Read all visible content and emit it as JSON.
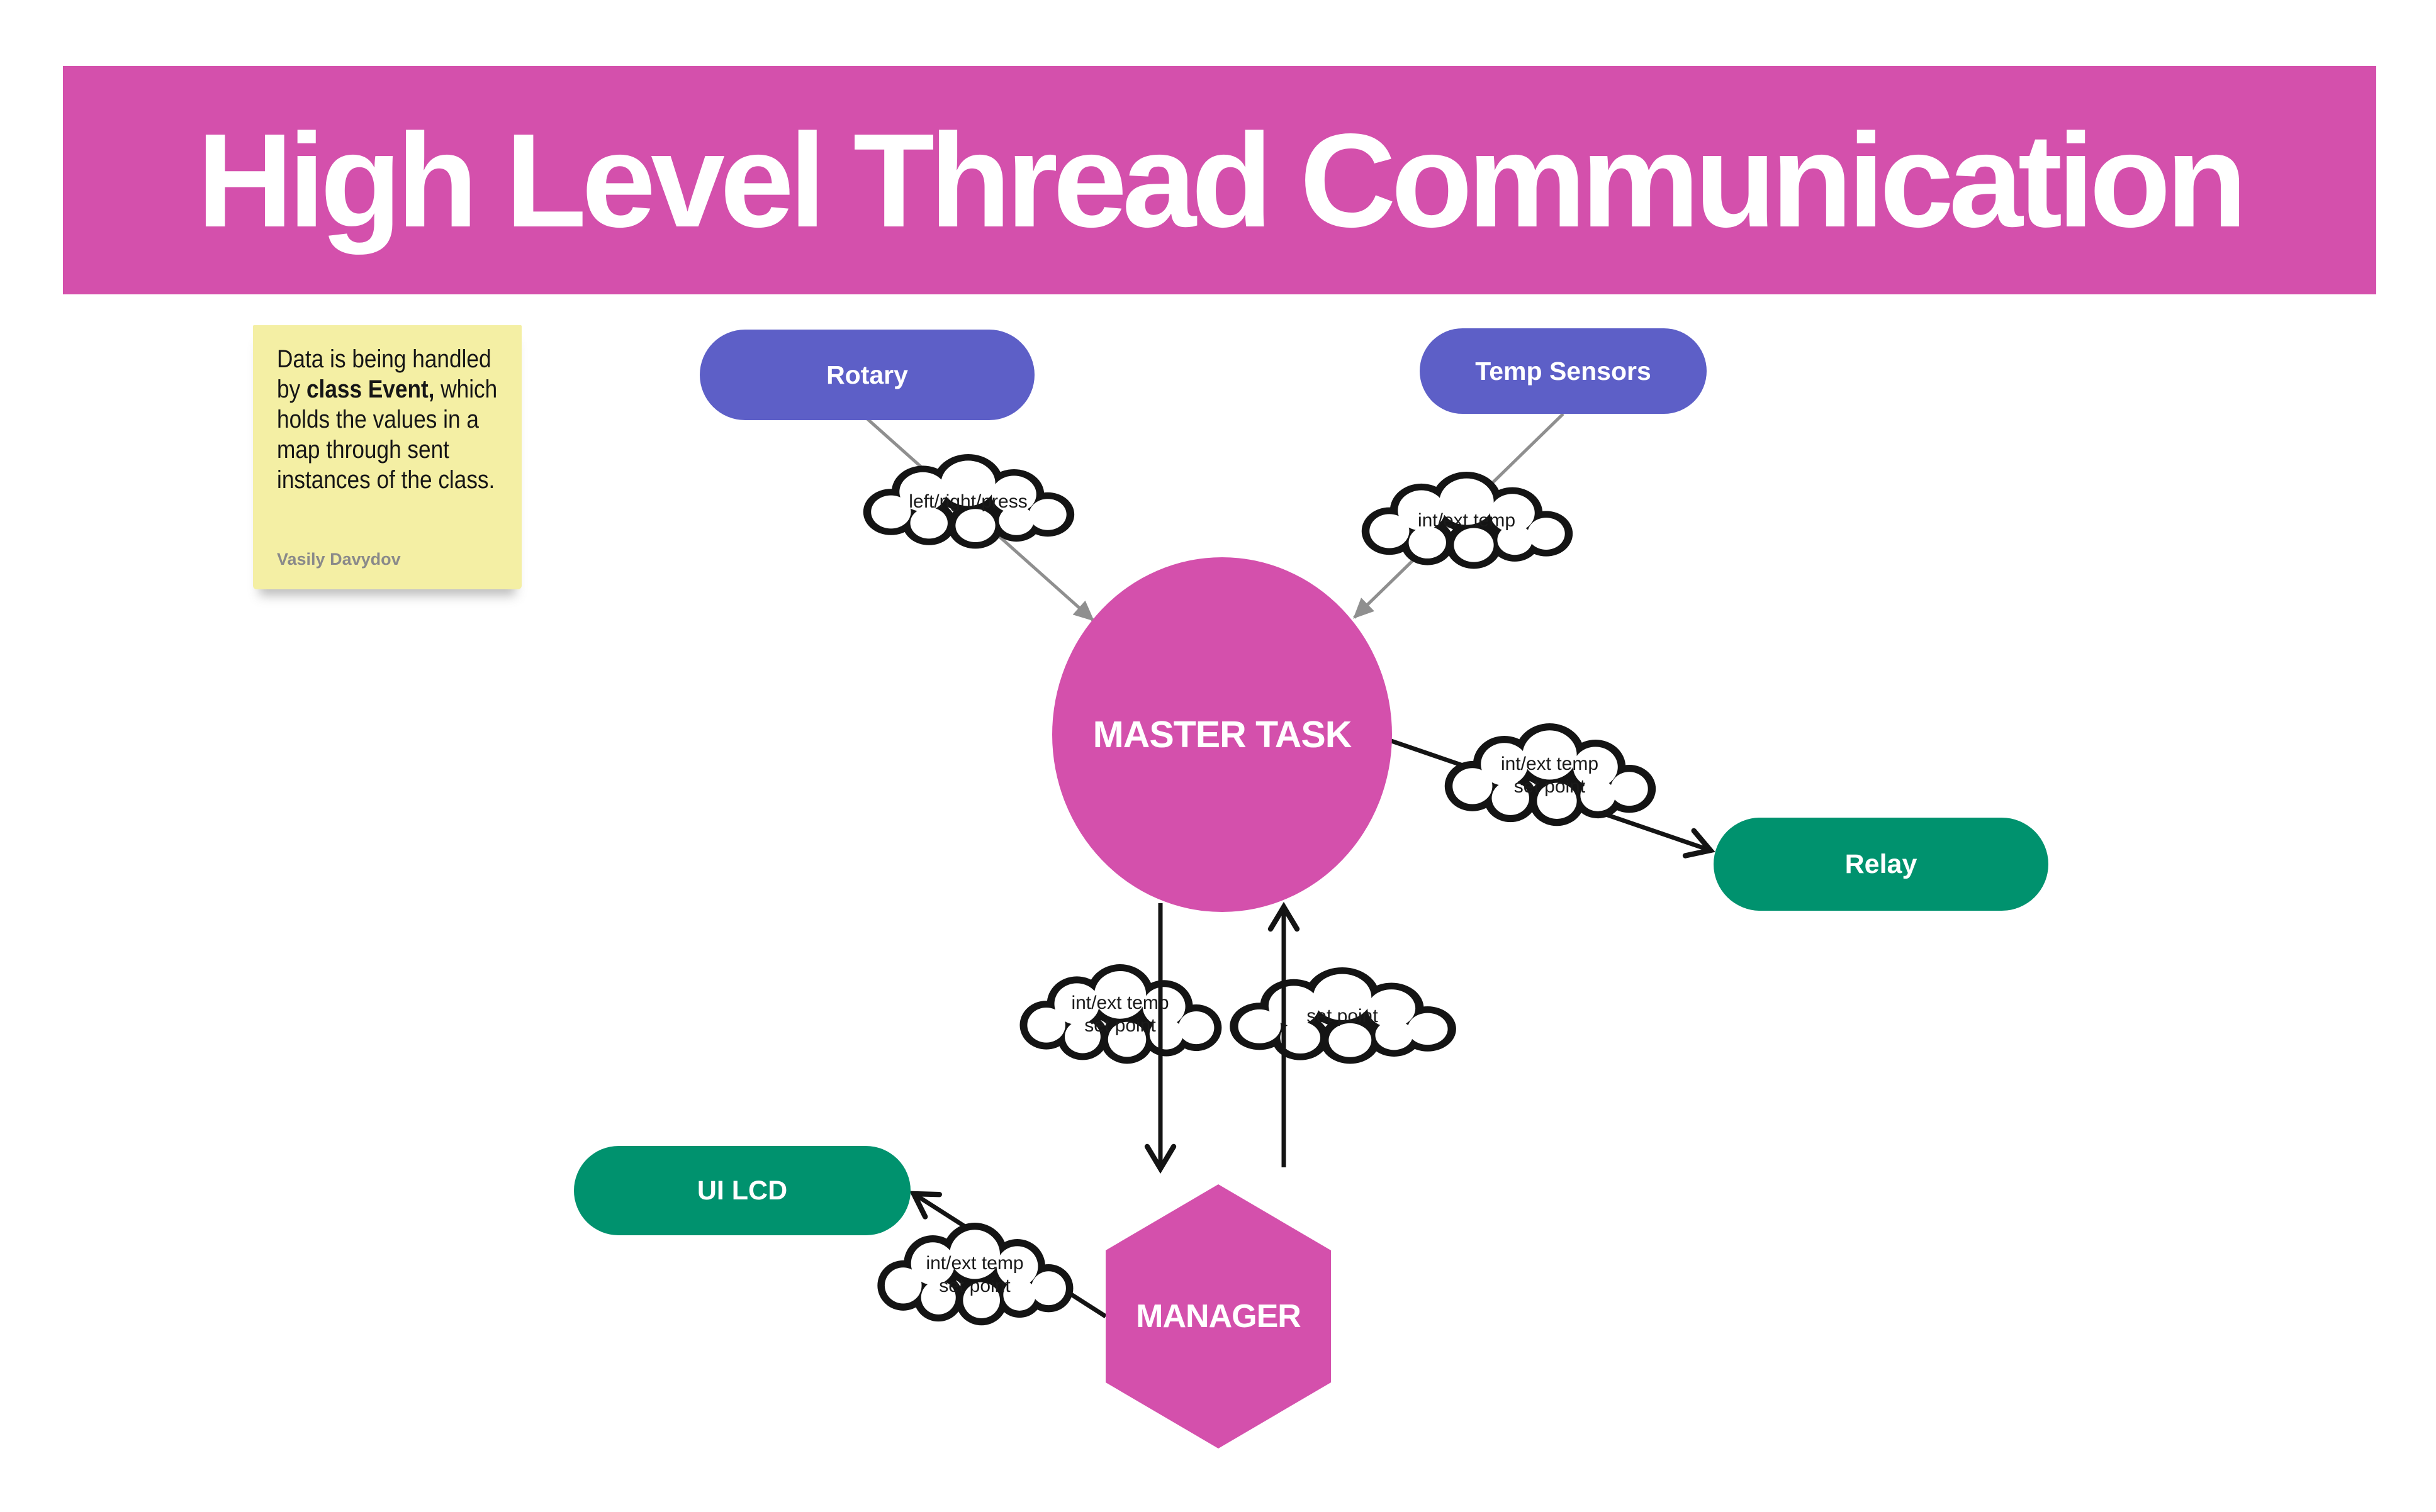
{
  "title": "High Level Thread Communication",
  "colors": {
    "pink": "#D450AC",
    "purple": "#5D5FC7",
    "green": "#00926E",
    "sticky_yellow": "#F4EFA4",
    "arrow_gray": "#8F8F8F",
    "line_black": "#141414",
    "text_dark": "#1A1A1A",
    "author_gray": "#8A8A8A"
  },
  "note": {
    "text_before_bold": "Data is being handled\nby ",
    "bold_text": "class Event,",
    "text_after_bold": " which\nholds the values in a\nmap through sent\ninstances of the class.",
    "author": "Vasily Davydov"
  },
  "nodes": {
    "rotary": {
      "label": "Rotary",
      "shape": "pill",
      "color": "purple"
    },
    "temp_sensors": {
      "label": "Temp Sensors",
      "shape": "pill",
      "color": "purple"
    },
    "master_task": {
      "label": "MASTER TASK",
      "shape": "circle",
      "color": "pink"
    },
    "relay": {
      "label": "Relay",
      "shape": "pill",
      "color": "green"
    },
    "ui_lcd": {
      "label": "UI LCD",
      "shape": "pill",
      "color": "green"
    },
    "manager": {
      "label": "MANAGER",
      "shape": "hexagon",
      "color": "pink"
    }
  },
  "clouds": [
    {
      "label": "left/right/press"
    },
    {
      "label": "int/ext temp"
    },
    {
      "label": "int/ext temp\nset point"
    },
    {
      "label": "int/ext temp\nset point"
    },
    {
      "label": "set point"
    },
    {
      "label": "int/ext temp\nset point"
    }
  ],
  "edges": [
    {
      "from": "rotary",
      "to": "master_task",
      "via_cloud": 0,
      "style": "gray"
    },
    {
      "from": "temp_sensors",
      "to": "master_task",
      "via_cloud": 1,
      "style": "gray"
    },
    {
      "from": "master_task",
      "to": "relay",
      "via_cloud": 2,
      "style": "black"
    },
    {
      "from": "master_task",
      "to": "manager",
      "via_cloud": 3,
      "style": "black"
    },
    {
      "from": "manager",
      "to": "master_task",
      "via_cloud": 4,
      "style": "black"
    },
    {
      "from": "manager",
      "to": "ui_lcd",
      "via_cloud": 5,
      "style": "black"
    }
  ]
}
